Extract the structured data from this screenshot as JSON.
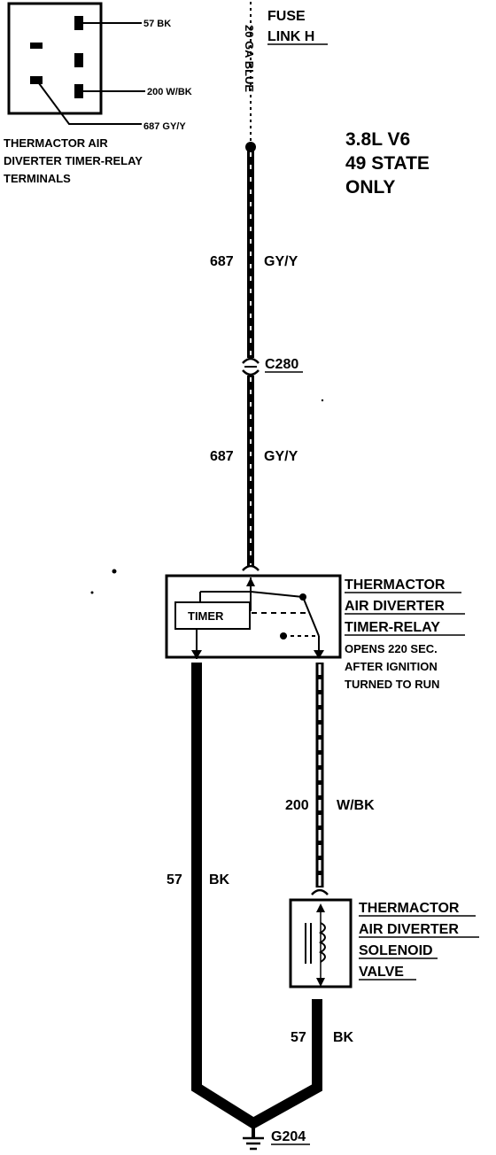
{
  "connector": {
    "pin_labels": [
      "57 BK",
      "200 W/BK",
      "687 GY/Y"
    ],
    "caption": [
      "THERMACTOR AIR",
      "DIVERTER TIMER-RELAY",
      "TERMINALS"
    ]
  },
  "fuse": {
    "wire_label": "20 GA BLUE",
    "title_line1": "FUSE",
    "title_line2": "LINK H"
  },
  "application": [
    "3.8L V6",
    "49 STATE",
    "ONLY"
  ],
  "wires": {
    "upper_circuit": "687",
    "upper_color": "GY/Y",
    "connector_id": "C280",
    "lower_circuit": "687",
    "lower_color": "GY/Y",
    "ground_circuit": "57",
    "ground_color": "BK",
    "solenoid_feed_circuit": "200",
    "solenoid_feed_color": "W/BK",
    "solenoid_ground_circuit": "57",
    "solenoid_ground_color": "BK"
  },
  "relay": {
    "timer_label": "TIMER",
    "title": [
      "THERMACTOR",
      "AIR DIVERTER",
      "TIMER-RELAY"
    ],
    "note": [
      "OPENS 220 SEC.",
      "AFTER IGNITION",
      "TURNED TO RUN"
    ]
  },
  "solenoid": {
    "title": [
      "THERMACTOR",
      "AIR DIVERTER",
      "SOLENOID",
      "VALVE"
    ]
  },
  "ground": {
    "id": "G204"
  }
}
